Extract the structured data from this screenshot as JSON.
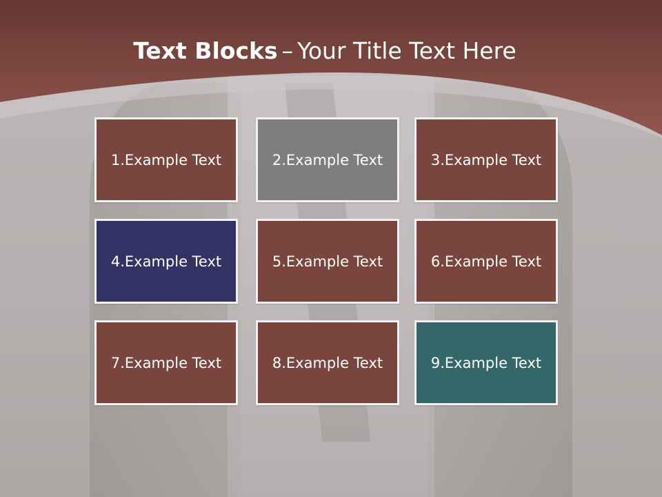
{
  "title": {
    "bold": "Text Blocks",
    "separator": "–",
    "rest": "Your Title Text Here"
  },
  "colors": {
    "header_top": "#6b3a33",
    "header_bottom": "#8e5149",
    "brown": "#7a453d",
    "gray": "#7e7e7e",
    "navy": "#333264",
    "teal": "#33676a"
  },
  "blocks": [
    {
      "label": "1.Example Text",
      "color": "#7a453d"
    },
    {
      "label": "2.Example Text",
      "color": "#7e7e7e"
    },
    {
      "label": "3.Example Text",
      "color": "#7a453d"
    },
    {
      "label": "4.Example Text",
      "color": "#333264"
    },
    {
      "label": "5.Example Text",
      "color": "#7a453d"
    },
    {
      "label": "6.Example Text",
      "color": "#7a453d"
    },
    {
      "label": "7.Example Text",
      "color": "#7a453d"
    },
    {
      "label": "8.Example Text",
      "color": "#7a453d"
    },
    {
      "label": "9.Example Text",
      "color": "#33676a"
    }
  ]
}
